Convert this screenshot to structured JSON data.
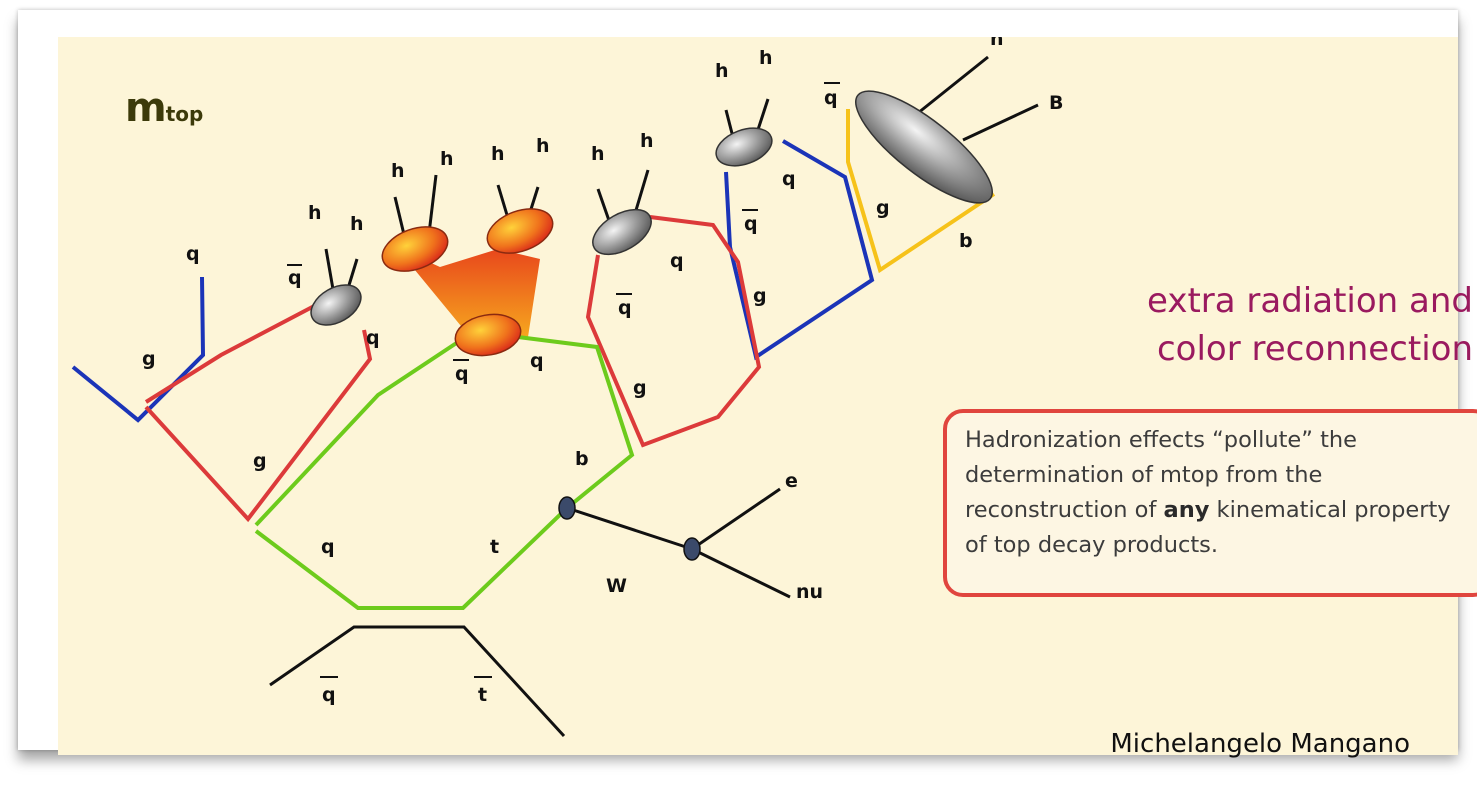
{
  "title": {
    "main": "m",
    "subscript": "top"
  },
  "heading_lines": [
    "extra radiation and",
    "color reconnection"
  ],
  "note": {
    "before": "Hadronization effects “pollute” the determination of mtop from the reconstruction of ",
    "emphasis": "any",
    "after": " kinematical property of top decay products."
  },
  "credit": "Michelangelo Mangano",
  "diagram_labels": {
    "q_left": "q",
    "g_left": "g",
    "q_bar1": "q",
    "h1a": "h",
    "h1b": "h",
    "q1": "q",
    "g_mid": "g",
    "h2a": "h",
    "h2b": "h",
    "h2c": "h",
    "h2d": "h",
    "q_bar2": "q",
    "q2": "q",
    "q3": "q",
    "q_bar3": "q",
    "g3": "g",
    "h3a": "h",
    "h3b": "h",
    "h4a": "h",
    "h4b": "h",
    "q4": "q",
    "q_bar4": "q",
    "g4": "g",
    "q_bar5": "q",
    "g5": "g",
    "b5": "b",
    "h5": "h",
    "B5": "B",
    "b_top": "b",
    "e": "e",
    "W": "W",
    "nu": "nu",
    "q_bot": "q",
    "t_bot": "t",
    "q_bar_bot": "q",
    "t_bar_bot": "t"
  },
  "colors": {
    "blue": "#1b34b8",
    "red": "#dc3a3a",
    "green": "#6dcb1c",
    "yellow": "#f6c21a",
    "black": "#111111",
    "heading": "#9a1a5f",
    "note_border": "#e0453e",
    "background": "#fdf5d8"
  }
}
